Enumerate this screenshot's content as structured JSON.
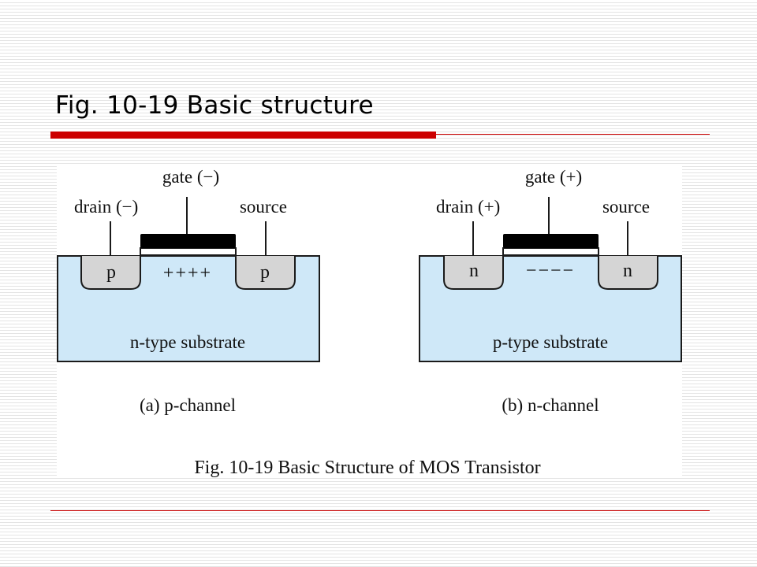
{
  "slide": {
    "title": "Fig. 10-19  Basic structure"
  },
  "figure": {
    "caption": "Fig. 10-19  Basic Structure of MOS Transistor",
    "colors": {
      "substrate": "#cfe8f8",
      "diffusion": "#d5d5d5",
      "gate": "#000000",
      "outline": "#1a1a1a",
      "accent_rule": "#cc0000"
    },
    "panels": [
      {
        "gate_label": "gate (−)",
        "drain_label": "drain (−)",
        "source_label": "source",
        "left_region": "p",
        "channel_charges": "++++",
        "right_region": "p",
        "substrate_label": "n-type substrate",
        "panel_caption": "(a) p-channel"
      },
      {
        "gate_label": "gate (+)",
        "drain_label": "drain (+)",
        "source_label": "source",
        "left_region": "n",
        "channel_charges": "−−−−",
        "right_region": "n",
        "substrate_label": "p-type substrate",
        "panel_caption": "(b) n-channel"
      }
    ]
  }
}
